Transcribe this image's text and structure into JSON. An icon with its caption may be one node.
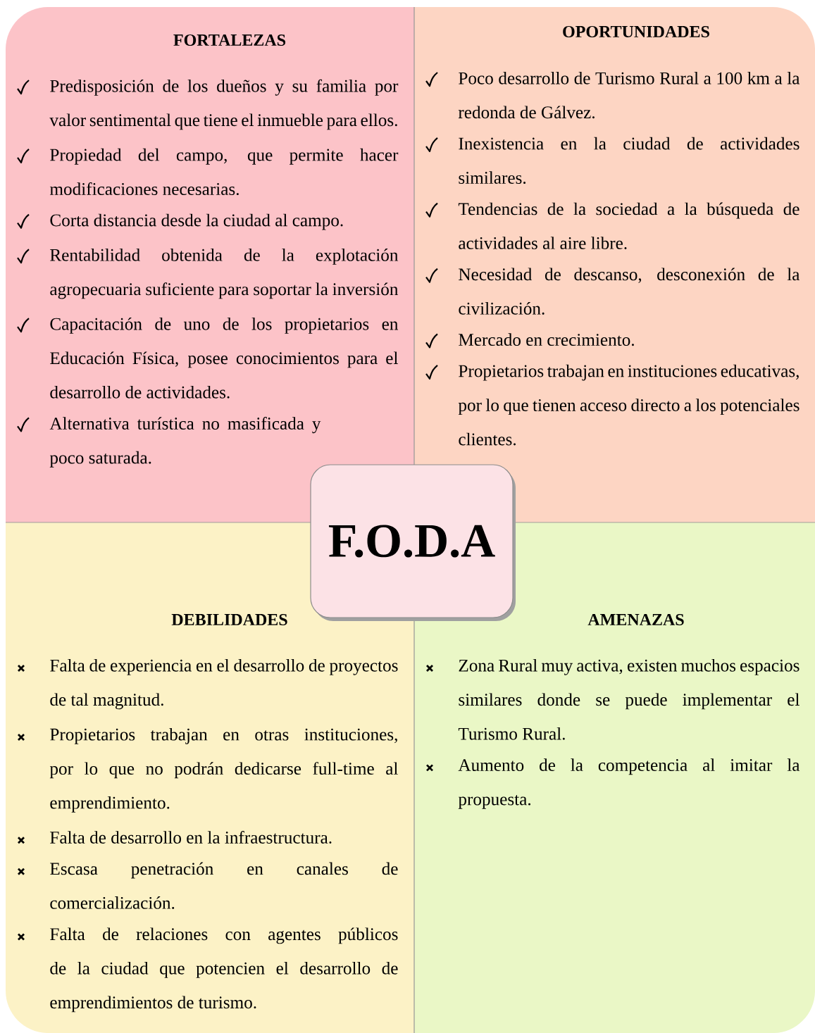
{
  "diagram": {
    "nodes": [
      {
        "text": [
          "FORTALEZAS",
          "Predisposición de los dueños y su familia por valor sentimental que tiene el inmueble para ellos.",
          "Propiedad del campo, que permite hacer modificaciones necesarias.",
          "Corta distancia desde la ciudad al campo.",
          "Rentabilidad obtenida de la explotación agropecuaria suficiente para soportar la inversión",
          "Capacitación de uno de los propietarios en Educación Física, posee conocimientos para el desarrollo de actividades.",
          "Alternativa turística no masificada y poco saturada."
        ]
      },
      {
        "text": [
          "OPORTUNIDADES",
          "Poco desarrollo de Turismo Rural a 100 km a la redonda de Gálvez.",
          "Inexistencia en la ciudad de actividades similares.",
          "Tendencias de la sociedad a la búsqueda de actividades al aire libre.",
          "Necesidad de descanso, desconexión de la civilización.",
          "Mercado en crecimiento.",
          "Propietarios trabajan en instituciones educativas, por lo que tienen acceso directo a los potenciales clientes."
        ]
      },
      {
        "text": [
          "DEBILIDADES",
          "Falta de experiencia en el desarrollo de proyectos de tal magnitud.",
          "Propietarios trabajan en otras instituciones, por lo que no podrán dedicarse full-time al emprendimiento.",
          "Falta de desarrollo en la infraestructura.",
          "Escasa penetración en canales de comercialización.",
          "Falta de relaciones con agentes públicos de la ciudad que potencien el desarrollo de emprendimientos de turismo."
        ]
      },
      {
        "text": [
          "AMENAZAS",
          "Zona Rural muy activa, existen muchos espacios similares donde se puede implementar el Turismo Rural.",
          "Aumento de la competencia al imitar la propuesta."
        ]
      },
      {
        "text": [
          "F.O.D.A"
        ]
      }
    ]
  }
}
